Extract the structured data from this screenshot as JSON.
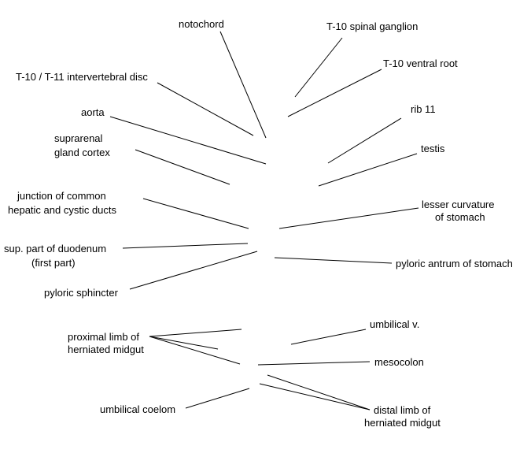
{
  "labels": {
    "notochord": "notochord",
    "spinal_ganglion": "T-10 spinal ganglion",
    "ventral_root": "T-10 ventral root",
    "intervertebral_disc": "T-10 / T-11 intervertebral disc",
    "aorta": "aorta",
    "rib": "rib 11",
    "testis": "testis",
    "suprarenal_1": "suprarenal",
    "suprarenal_2": "gland cortex",
    "junction_1": "junction of common",
    "junction_2": "hepatic and cystic ducts",
    "lesser_curvature_1": "lesser curvature",
    "lesser_curvature_2": "of stomach",
    "duodenum_1": "sup. part of duodenum",
    "duodenum_2": "(first part)",
    "pyloric_antrum": "pyloric antrum of stomach",
    "pyloric_sphincter": "pyloric sphincter",
    "proximal_limb_1": "proximal limb of",
    "proximal_limb_2": "herniated midgut",
    "umbilical_v": "umbilical v.",
    "mesocolon": "mesocolon",
    "distal_limb_1": "distal limb of",
    "distal_limb_2": "herniated midgut",
    "umbilical_coelom": "umbilical coelom"
  }
}
